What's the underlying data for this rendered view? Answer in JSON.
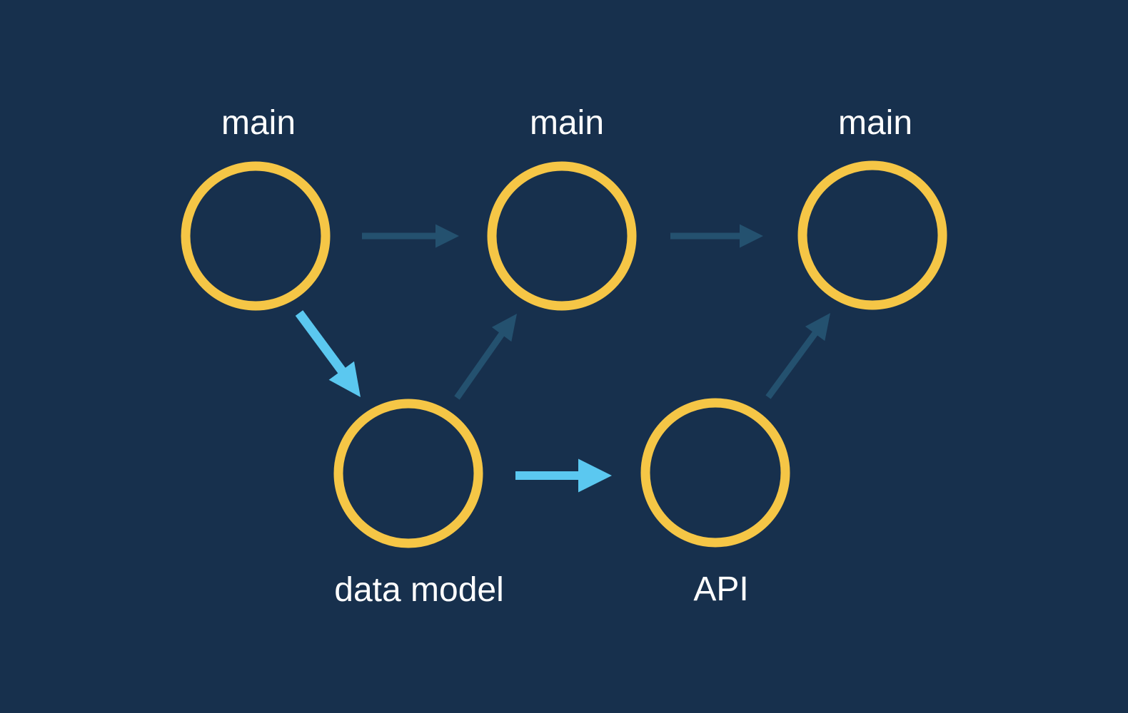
{
  "diagram": {
    "type": "git-branch-graph",
    "nodes": [
      {
        "id": "main-1",
        "label": "main",
        "branch": "main",
        "row": "top"
      },
      {
        "id": "main-2",
        "label": "main",
        "branch": "main",
        "row": "top"
      },
      {
        "id": "main-3",
        "label": "main",
        "branch": "main",
        "row": "top"
      },
      {
        "id": "data-model",
        "label": "data model",
        "branch": "data model",
        "row": "bottom"
      },
      {
        "id": "api",
        "label": "API",
        "branch": "API",
        "row": "bottom"
      }
    ],
    "edges": [
      {
        "from": "main-1",
        "to": "main-2",
        "style": "default"
      },
      {
        "from": "main-2",
        "to": "main-3",
        "style": "default"
      },
      {
        "from": "main-1",
        "to": "data-model",
        "style": "highlight"
      },
      {
        "from": "data-model",
        "to": "main-2",
        "style": "default"
      },
      {
        "from": "data-model",
        "to": "api",
        "style": "highlight"
      },
      {
        "from": "api",
        "to": "main-3",
        "style": "default"
      }
    ]
  },
  "colors": {
    "background": "#17304D",
    "node_ring": "#F5C646",
    "arrow_default": "#24516F",
    "arrow_highlight": "#5BC8F0",
    "label": "#FFFFFF"
  }
}
